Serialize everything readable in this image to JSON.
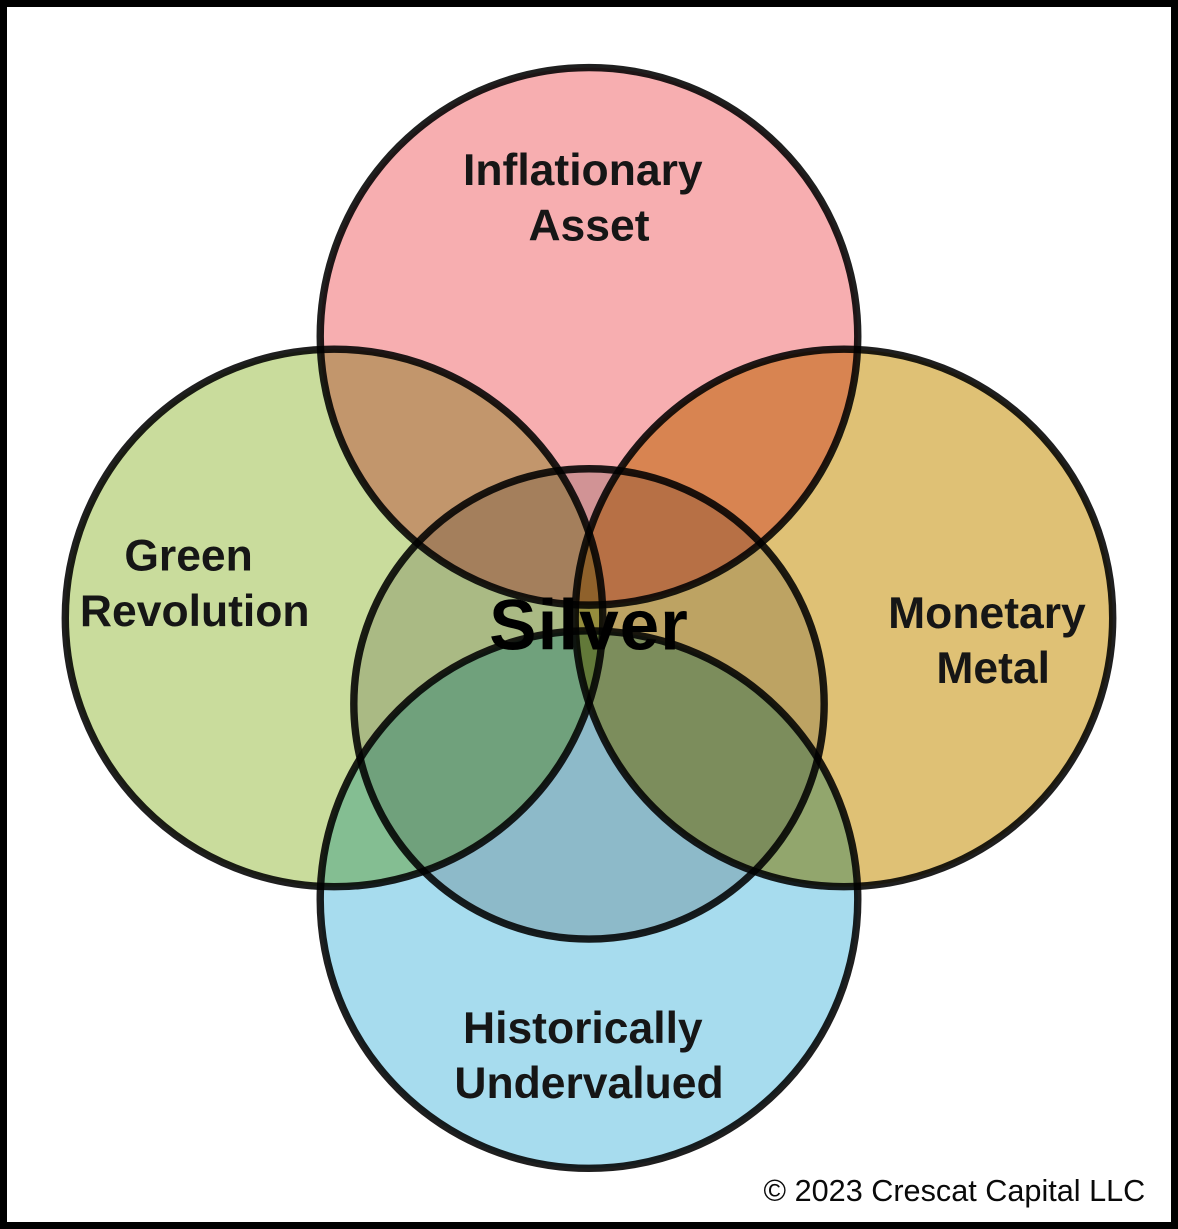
{
  "diagram": {
    "type": "venn",
    "center": {
      "label": "Silver",
      "color": "#d8d8d8"
    },
    "outline_color": "#000000",
    "sets": [
      {
        "name": "inflationary-asset",
        "position": "top",
        "line1": "Inflationary",
        "line2": "Asset",
        "color": "#f7aeb0"
      },
      {
        "name": "green-revolution",
        "position": "left",
        "line1": "Green",
        "line2": "Revolution",
        "color": "#c9dc9c"
      },
      {
        "name": "monetary-metal",
        "position": "right",
        "line1": "Monetary",
        "line2": "Metal",
        "color": "#dfc175"
      },
      {
        "name": "historically-undervalued",
        "position": "bottom",
        "line1": "Historically",
        "line2": "Undervalued",
        "color": "#a7dcee"
      }
    ]
  },
  "footer": {
    "copyright": "© 2023 Crescat Capital LLC"
  }
}
